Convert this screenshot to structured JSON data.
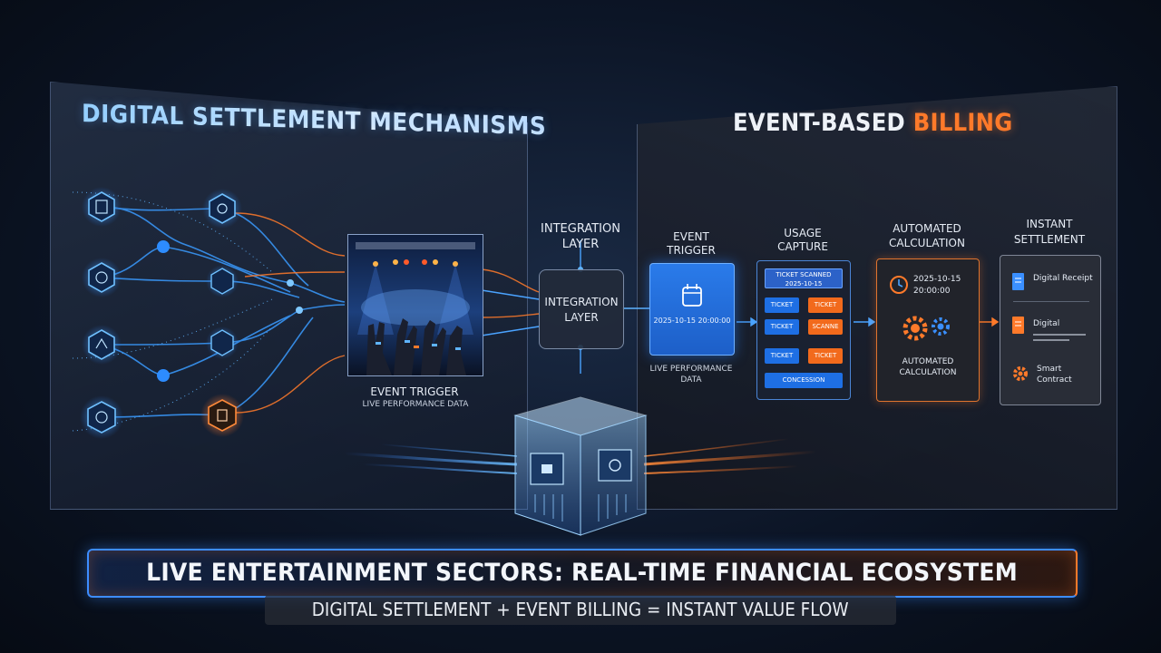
{
  "left_panel": {
    "title": "DIGITAL SETTLEMENT MECHANISMS",
    "event_trigger_label": "EVENT TRIGGER",
    "event_trigger_sub": "LIVE PERFORMANCE DATA"
  },
  "integration": {
    "top_label_1": "INTEGRATION",
    "top_label_2": "LAYER",
    "box_label_1": "INTEGRATION",
    "box_label_2": "LAYER"
  },
  "right_panel": {
    "title_white": "EVENT-BASED",
    "title_orange": "BILLING",
    "steps": {
      "event_trigger": {
        "label_1": "EVENT",
        "label_2": "TRIGGER",
        "timestamp": "2025-10-15 20:00:00",
        "caption_1": "LIVE PERFORMANCE",
        "caption_2": "DATA"
      },
      "usage_capture": {
        "label_1": "USAGE",
        "label_2": "CAPTURE",
        "chip_top_1": "TICKET SCANNED",
        "chip_top_2": "2025-10-15",
        "chips": [
          "TICKET",
          "TICKET",
          "TICKET",
          "SCANNE",
          "TICKET",
          "TICKET"
        ],
        "chip_bottom": "CONCESSION"
      },
      "automated_calculation": {
        "label_1": "AUTOMATED",
        "label_2": "CALCULATION",
        "date": "2025-10-15",
        "time": "20:00:00",
        "caption_1": "AUTOMATED",
        "caption_2": "CALCULATION"
      },
      "instant_settlement": {
        "label_1": "INSTANT",
        "label_2": "SETTLEMENT",
        "item_1": "Digital Receipt",
        "item_2": "Digital",
        "item_3_1": "Smart",
        "item_3_2": "Contract"
      }
    }
  },
  "banner": {
    "title": "LIVE ENTERTAINMENT SECTORS: REAL-TIME FINANCIAL ECOSYSTEM",
    "subtitle": "DIGITAL SETTLEMENT + EVENT BILLING = INSTANT VALUE FLOW"
  },
  "colors": {
    "accent_blue": "#2a7bea",
    "accent_orange": "#ff7a2a",
    "background": "#0c1526"
  }
}
